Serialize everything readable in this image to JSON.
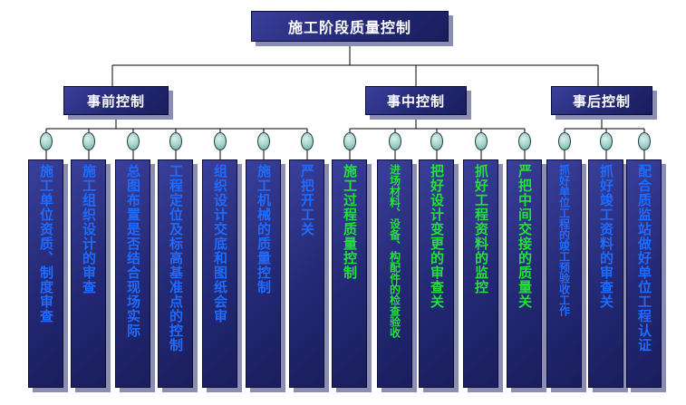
{
  "root": {
    "label": "施工阶段质量控制"
  },
  "phases": [
    {
      "label": "事前控制",
      "items": [
        {
          "text": "施工单位资质、制度审查",
          "color": "blue"
        },
        {
          "text": "施工组织设计的审查",
          "color": "blue"
        },
        {
          "text": "总图布置是否结合现场实际",
          "color": "blue"
        },
        {
          "text": "工程定位及标高基准点的控制",
          "color": "blue"
        },
        {
          "text": "组织设计交底和图纸会审",
          "color": "blue"
        },
        {
          "text": "施工机械的质量控制",
          "color": "blue"
        },
        {
          "text": "严把开工关",
          "color": "blue"
        }
      ]
    },
    {
      "label": "事中控制",
      "items": [
        {
          "text": "施工过程质量控制",
          "color": "green"
        },
        {
          "text": "进场材料、设备、构配件的检查验收",
          "color": "green"
        },
        {
          "text": "把好设计变更的审查关",
          "color": "green"
        },
        {
          "text": "抓好工程资料的监控",
          "color": "green"
        },
        {
          "text": "严把中间交接的质量关",
          "color": "green"
        }
      ]
    },
    {
      "label": "事后控制",
      "items": [
        {
          "text": "抓好单位工程的竣工预验收工作",
          "color": "blue"
        },
        {
          "text": "抓好竣工资料的审查关",
          "color": "blue"
        },
        {
          "text": "配合质监站做好单位工程认证",
          "color": "blue"
        }
      ]
    }
  ],
  "colors": {
    "box_fill": "#232874",
    "box_shadow": "#8b8db3",
    "text_blue": "#1e6bff",
    "text_green": "#22e03a",
    "text_white": "#ffffff",
    "connector": "#000000",
    "knob": "#9fd0c8"
  }
}
